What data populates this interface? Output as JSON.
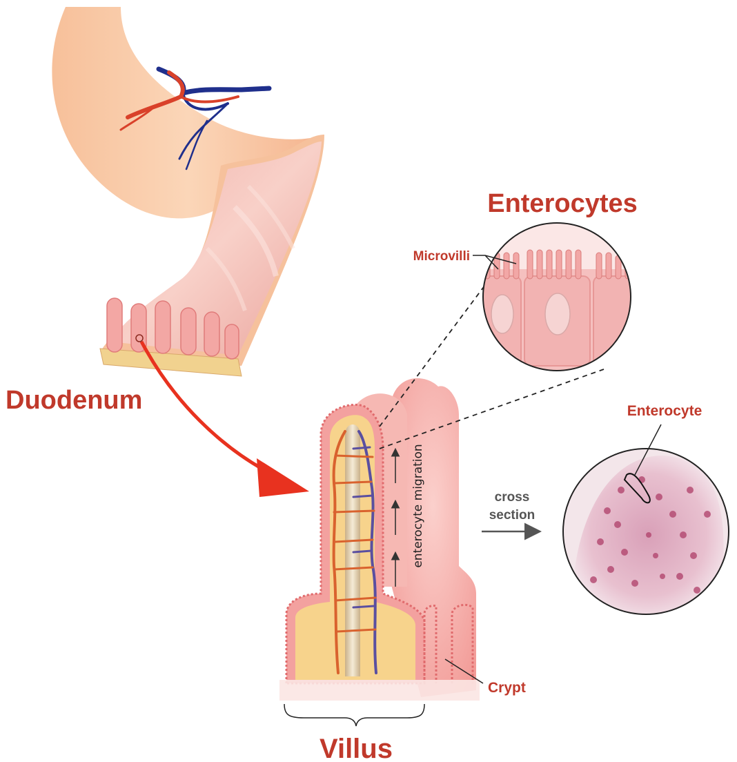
{
  "labels": {
    "duodenum": "Duodenum",
    "enterocytes": "Enterocytes",
    "microvilli": "Microvilli",
    "enterocyte": "Enterocyte",
    "cross_line1": "cross",
    "cross_line2": "section",
    "migration": "enterocyte migration",
    "crypt": "Crypt",
    "villus": "Villus"
  },
  "colors": {
    "label_red": "#c0392b",
    "label_grey": "#555555",
    "artery": "#d9412a",
    "vein": "#1f2f8c",
    "tissue_pink": "#f4b3ad",
    "core_yellow": "#f7d38c",
    "arrow_red": "#e8321f"
  },
  "icons": {
    "arrow": "curved-red-arrow",
    "migration_arrows": "up-arrow",
    "cross_arrow": "right-arrow"
  }
}
